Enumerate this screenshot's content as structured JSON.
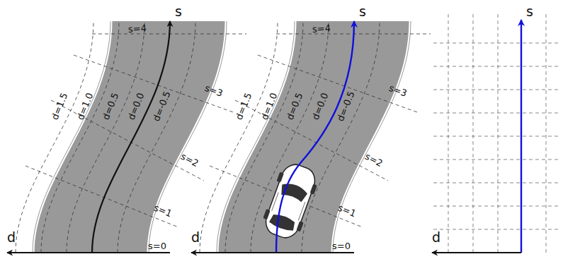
{
  "diagram": {
    "labels": [
      "s",
      "s=4",
      "d=1.5",
      "d=1.0",
      "d=0.5",
      "d=0.0",
      "d=-0.5",
      "s=3",
      "s=2",
      "s=1",
      "d",
      "s=0",
      "s",
      "s=4",
      "d=1.5",
      "d=1.0",
      "d=0.5",
      "d=0.0",
      "d=-0.5",
      "s=3",
      "s=2",
      "s=1",
      "d",
      "s=0",
      "s",
      "d"
    ]
  }
}
